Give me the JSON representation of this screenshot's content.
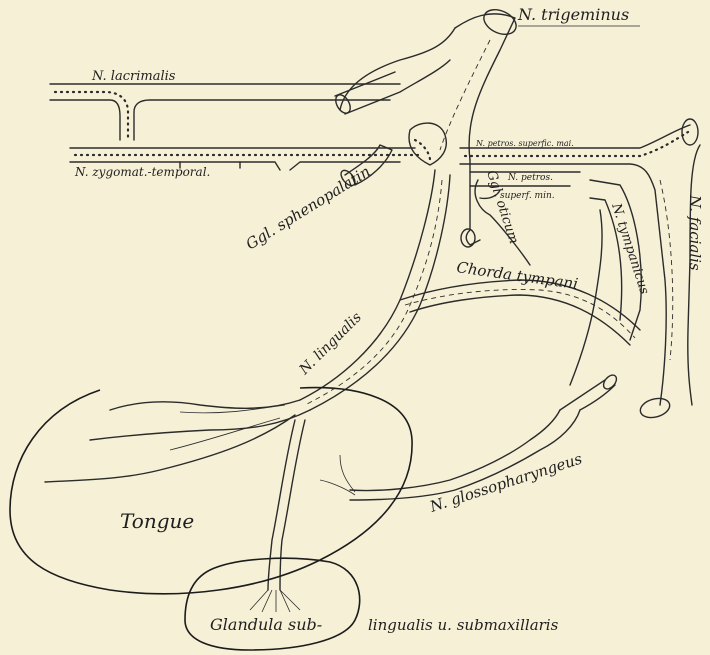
{
  "labels": {
    "trigeminus": "N. trigeminus",
    "lacrimalis": "N. lacrimalis",
    "zygomat": "N. zygomat.-temporal.",
    "ggl_spheno": "Ggl. sphenopalatin",
    "petros_sup_mai": "N. petros. superfic. mai.",
    "petros": "N. petros.",
    "superf_min": "superf. min.",
    "ggl_oticum": "Ggl. oticum",
    "facialis": "N. facialis",
    "tympanicus": "N. tympanicus",
    "chorda": "Chorda tympani",
    "lingualis": "N. lingualis",
    "tongue": "Tongue",
    "glosso": "N. glossopharyngeus",
    "glandula_1": "Glandula sub-",
    "glandula_2": "lingualis u. submaxillaris"
  }
}
